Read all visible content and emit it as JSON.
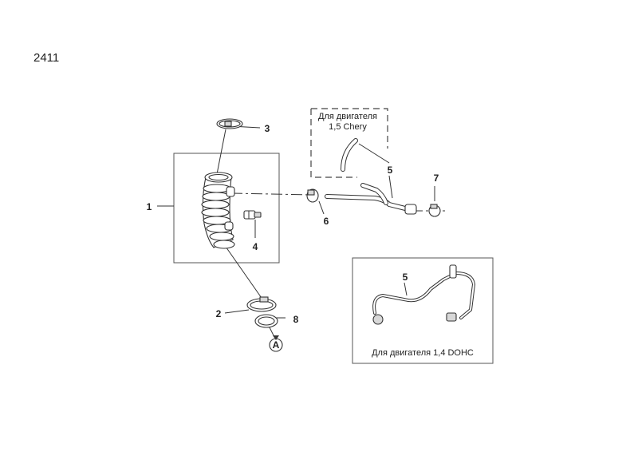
{
  "diagram_id": "2411",
  "callouts": {
    "c1": "1",
    "c2": "2",
    "c3": "3",
    "c4": "4",
    "c5_top": "5",
    "c5_inset": "5",
    "c6": "6",
    "c7": "7",
    "c8": "8",
    "ref_a": "A"
  },
  "notes": {
    "chery_line1": "Для двигателя",
    "chery_line2": "1,5 Chery",
    "dohc": "Для двигателя 1,4 DOHC"
  }
}
